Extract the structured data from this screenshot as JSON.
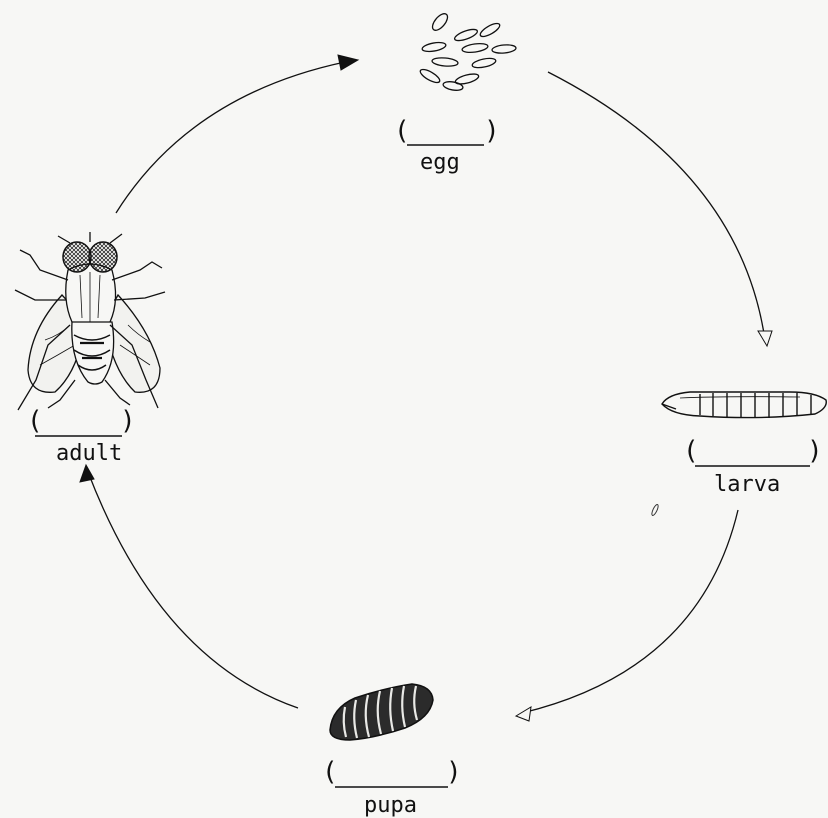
{
  "diagram": {
    "stages": [
      {
        "id": "egg",
        "label": "egg",
        "icon": "eggs-icon"
      },
      {
        "id": "larva",
        "label": "larva",
        "icon": "larva-icon"
      },
      {
        "id": "pupa",
        "label": "pupa",
        "icon": "pupa-icon"
      },
      {
        "id": "adult",
        "label": "adult",
        "icon": "fly-icon"
      }
    ],
    "cycle_direction": "clockwise",
    "ink_color": "#111111",
    "paper_color": "#f7f7f5"
  }
}
